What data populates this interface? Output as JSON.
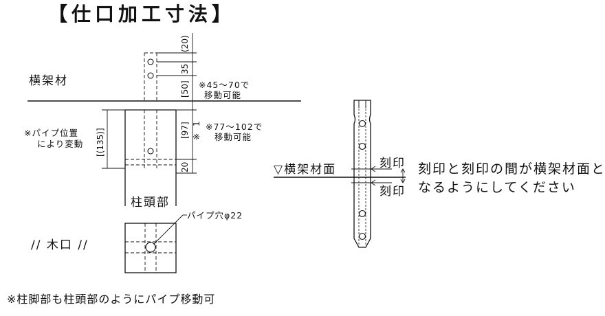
{
  "title": "【仕口加工寸法】",
  "labels": {
    "yokokazai": "横架材",
    "chutobu": "柱頭部",
    "kiguchi": "// 木口 //",
    "pipe_hole": "パイプ穴φ22",
    "pipe_note_line1": "※パイプ位置",
    "pipe_note_line2": "により変動",
    "yokokazai_face": "▽横架材面",
    "kokuin_top": "刻印",
    "kokuin_bottom": "刻印"
  },
  "dimensions": {
    "d20_top": "(20)",
    "d35": "35",
    "d50": "[50]",
    "d97": "[97]",
    "d1": "1",
    "star": "※",
    "d135": "[(135)]",
    "d20_bottom": "20"
  },
  "notes": {
    "move_45_70_line1": "※45～70で",
    "move_45_70_line2": "移動可能",
    "move_77_102_line1": "※77～102で",
    "move_77_102_line2": "移動可能",
    "instruction_line1": "刻印と刻印の間が横架材面と",
    "instruction_line2": "なるようにしてください",
    "footer": "※柱脚部も柱頭部のようにパイプ移動可"
  }
}
